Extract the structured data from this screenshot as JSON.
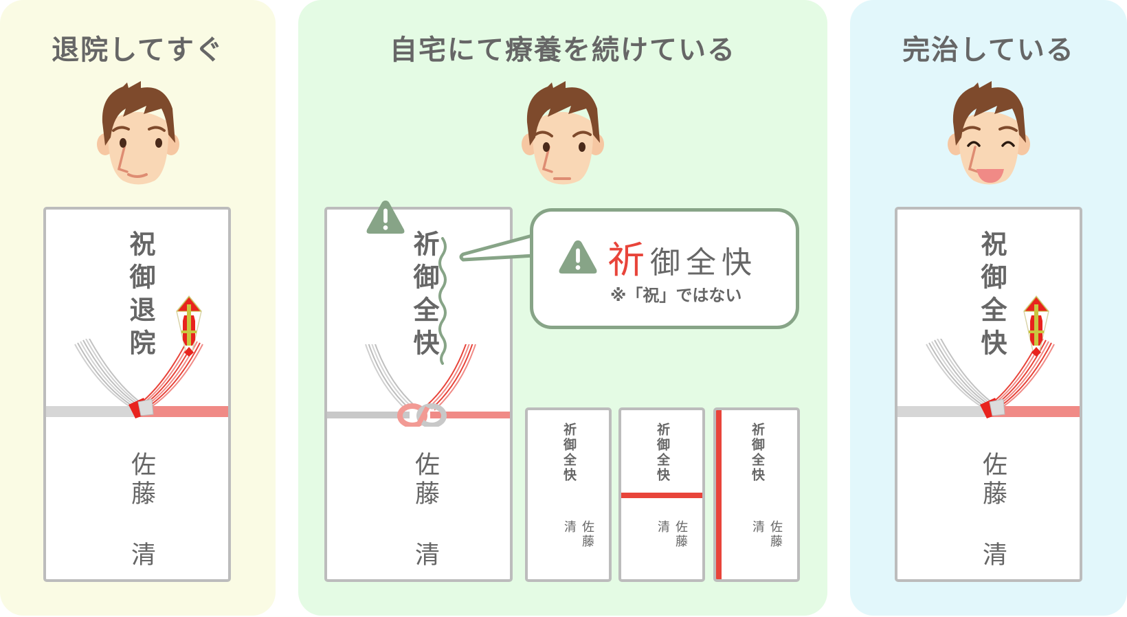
{
  "panels": [
    {
      "id": "after-discharge",
      "title": "退院してすぐ",
      "background": "#fafbe4",
      "face_expression": "smile",
      "envelope": {
        "purpose_text": "祝御退院",
        "name_text": "佐藤 清",
        "mizuhiki": "red-white cho-musubi (bow knot)",
        "noshi": true
      }
    },
    {
      "id": "recovering-at-home",
      "title": "自宅にて療養を続けている",
      "background": "#e4fbe4",
      "face_expression": "worried",
      "envelope": {
        "purpose_text": "祈御全快",
        "name_text": "佐藤 清",
        "mizuhiki": "red-white musubikiri/awaji (tied knot)",
        "noshi": false,
        "warning": true
      },
      "callout": {
        "highlight_char": "祈",
        "rest_text": "御全快",
        "note": "※「祝」ではない"
      },
      "alternatives": [
        {
          "purpose_text": "祈御全快",
          "name_text": "佐藤 清",
          "style": "plain white"
        },
        {
          "purpose_text": "祈御全快",
          "name_text": "佐藤 清",
          "style": "horizontal red line"
        },
        {
          "purpose_text": "祈御全快",
          "name_text": "佐藤 清",
          "style": "vertical red line on left"
        }
      ]
    },
    {
      "id": "fully-recovered",
      "title": "完治している",
      "background": "#e2f7fb",
      "face_expression": "laughing",
      "envelope": {
        "purpose_text": "祝御全快",
        "name_text": "佐藤 清",
        "mizuhiki": "red-white cho-musubi (bow knot)",
        "noshi": true
      }
    }
  ],
  "colors": {
    "text": "#666666",
    "accent_red": "#e8443a",
    "warning_green": "#87a487",
    "envelope_border": "#bcbcbc",
    "hair": "#7e4a2c",
    "skin": "#f9d7b5"
  }
}
